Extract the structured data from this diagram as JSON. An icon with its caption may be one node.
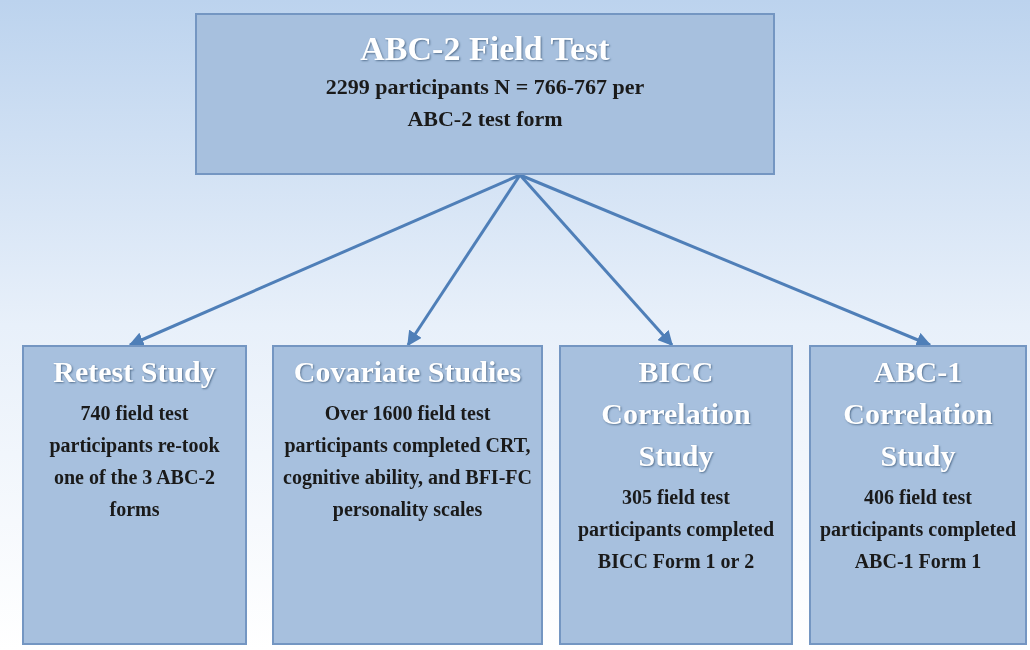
{
  "diagram": {
    "nodes": [
      {
        "text": [
          "ABC-2 Field Test",
          "2299 participants N = 766-767 per ABC-2 test form"
        ]
      },
      {
        "text": [
          "Retest Study",
          "740 field test participants re-took one of the 3 ABC-2 forms"
        ]
      },
      {
        "text": [
          "Covariate Studies",
          "Over 1600 field test participants completed CRT, cognitive ability, and BFI-FC personality scales"
        ]
      },
      {
        "text": [
          "BICC Correlation Study",
          "305 field test participants completed BICC Form 1 or 2"
        ]
      },
      {
        "text": [
          "ABC-1 Correlation Study",
          "406 field test participants completed ABC-1 Form 1"
        ]
      }
    ],
    "edges": [
      {
        "from": 0,
        "to": 1,
        "arrow": "to"
      },
      {
        "from": 0,
        "to": 2,
        "arrow": "to"
      },
      {
        "from": 0,
        "to": 3,
        "arrow": "to"
      },
      {
        "from": 0,
        "to": 4,
        "arrow": "to"
      }
    ]
  }
}
